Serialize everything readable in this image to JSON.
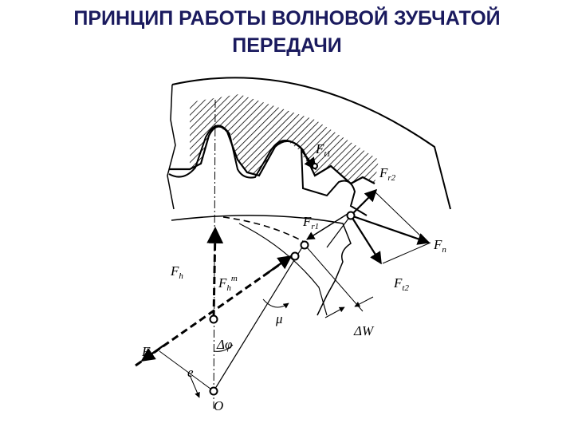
{
  "title": {
    "line1": "ПРИНЦИП РАБОТЫ ВОЛНОВОЙ ЗУБЧАТОЙ",
    "line2": "ПЕРЕДАЧИ"
  },
  "labels": {
    "ft1": {
      "main": "F",
      "sub": "t1"
    },
    "fr2": {
      "main": "F",
      "sub": "r2"
    },
    "fr1": {
      "main": "F",
      "sub": "r1"
    },
    "fn": {
      "main": "F",
      "sub": "n"
    },
    "ft2": {
      "main": "F",
      "sub": "t2"
    },
    "fh": {
      "main": "F",
      "sub": "h"
    },
    "fht": {
      "main": "F",
      "sub": "h",
      "sup": "т"
    },
    "f": "F",
    "mu": "μ",
    "dphi": "Δφ",
    "e": "e",
    "dw": "ΔW",
    "o": "O"
  },
  "colors": {
    "title": "#1a1a5e",
    "ink": "#000000",
    "background": "#ffffff"
  }
}
